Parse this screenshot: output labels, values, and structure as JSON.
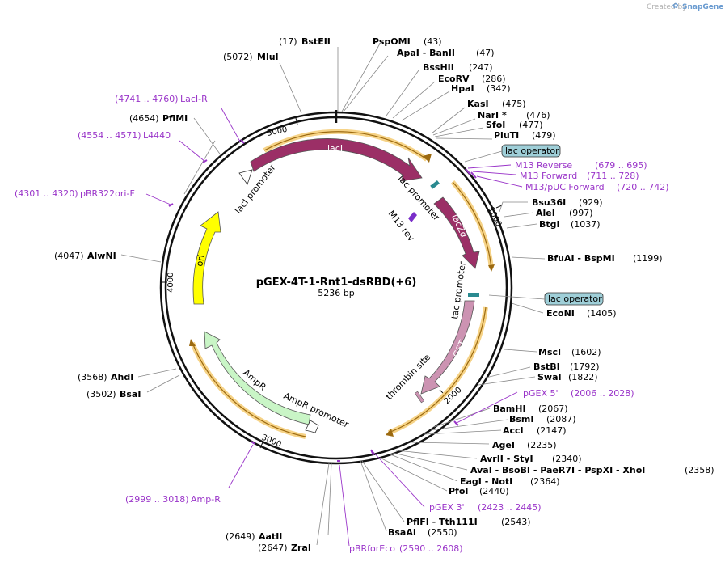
{
  "credit": {
    "prefix": "Created by",
    "brand": "SnapGene"
  },
  "plasmid": {
    "name": "pGEX-4T-1-Rnt1-dsRBD(+6)",
    "size": "5236 bp"
  },
  "ticks": [
    "1000",
    "2000",
    "3000",
    "4000",
    "5000"
  ],
  "features": {
    "lacI": "lacI",
    "lacI_promoter": "lacI promoter",
    "lac_promoter": "lac promoter",
    "m13_rev": "M13 rev",
    "lacZa": "lacZα",
    "tac_promoter": "tac promoter",
    "gst": "GST",
    "thrombin_site": "thrombin site",
    "ampr": "AmpR",
    "ampr_promoter": "AmpR promoter",
    "ori": "ori"
  },
  "operators": [
    "lac operator",
    "lac operator"
  ],
  "sites": {
    "bsteii": {
      "pos": "(17)",
      "name": "BstEII"
    },
    "mlui": {
      "pos": "(5072)",
      "name": "MluI"
    },
    "pspomi": {
      "name": "PspOMI",
      "pos": "(43)"
    },
    "apai": {
      "name": "ApaI  - BanII",
      "pos": "(47)"
    },
    "bsshii": {
      "name": "BssHII",
      "pos": "(247)"
    },
    "ecorv": {
      "name": "EcoRV",
      "pos": "(286)"
    },
    "hpai": {
      "name": "HpaI",
      "pos": "(342)"
    },
    "kasi": {
      "name": "KasI",
      "pos": "(475)"
    },
    "nari": {
      "name": "NarI *",
      "pos": "(476)"
    },
    "sfoi": {
      "name": "SfoI",
      "pos": "(477)"
    },
    "pluti": {
      "name": "PluTI",
      "pos": "(479)"
    },
    "bsu36i": {
      "name": "Bsu36I",
      "pos": "(929)"
    },
    "alei": {
      "name": "AleI",
      "pos": "(997)"
    },
    "btgi": {
      "name": "BtgI",
      "pos": "(1037)"
    },
    "bfuai": {
      "name": "BfuAI  - BspMI",
      "pos": "(1199)"
    },
    "econi": {
      "name": "EcoNI",
      "pos": "(1405)"
    },
    "msci": {
      "name": "MscI",
      "pos": "(1602)"
    },
    "bstbi": {
      "name": "BstBI",
      "pos": "(1792)"
    },
    "swai": {
      "name": "SwaI",
      "pos": "(1822)"
    },
    "bamhi": {
      "name": "BamHI",
      "pos": "(2067)"
    },
    "bsmi": {
      "name": "BsmI",
      "pos": "(2087)"
    },
    "acci": {
      "name": "AccI",
      "pos": "(2147)"
    },
    "agei": {
      "name": "AgeI",
      "pos": "(2235)"
    },
    "avrii": {
      "name": "AvrII  - StyI",
      "pos": "(2340)"
    },
    "avai": {
      "name": "AvaI  - BsoBI  - PaeR7I  - PspXI  - XhoI",
      "pos": "(2358)"
    },
    "eagi": {
      "name": "EagI  - NotI",
      "pos": "(2364)"
    },
    "pfoi": {
      "name": "PfoI",
      "pos": "(2440)"
    },
    "pflfi": {
      "name": "PflFI  - Tth111I",
      "pos": "(2543)"
    },
    "bsaai": {
      "name": "BsaAI",
      "pos": "(2550)"
    },
    "aatii": {
      "pos": "(2649)",
      "name": "AatII"
    },
    "zrai": {
      "pos": "(2647)",
      "name": "ZraI"
    },
    "ahdi": {
      "pos": "(3568)",
      "name": "AhdI"
    },
    "bsai": {
      "pos": "(3502)",
      "name": "BsaI"
    },
    "alwni": {
      "pos": "(4047)",
      "name": "AlwNI"
    },
    "pflmi": {
      "pos": "(4654)",
      "name": "PflMI"
    }
  },
  "primers": {
    "m13_reverse": {
      "name": "M13 Reverse",
      "range": "(679 .. 695)"
    },
    "m13_forward": {
      "name": "M13 Forward",
      "range": "(711 .. 728)"
    },
    "m13_puc": {
      "name": "M13/pUC Forward",
      "range": "(720 .. 742)"
    },
    "pgex5": {
      "name": "pGEX 5'",
      "range": "(2006 .. 2028)"
    },
    "pgex3": {
      "name": "pGEX 3'",
      "range": "(2423 .. 2445)"
    },
    "pbrforeco": {
      "name": "pBRforEco",
      "range": "(2590 .. 2608)"
    },
    "ampr_primer": {
      "range": "(2999 .. 3018)",
      "name": "Amp-R"
    },
    "pbr322ori": {
      "range": "(4301 .. 4320)",
      "name": "pBR322ori-F"
    },
    "l4440": {
      "range": "(4554 .. 4571)",
      "name": "L4440"
    },
    "laci_r": {
      "range": "(4741 .. 4760)",
      "name": "LacI-R"
    }
  },
  "colors": {
    "laci": "#9b2f66",
    "lacza": "#9b2f66",
    "gst": "#cc93b2",
    "ampr": "#c9f5c6",
    "ori": "#ffff00",
    "primer": "#9a35c9",
    "highlight": "#f6d387"
  }
}
